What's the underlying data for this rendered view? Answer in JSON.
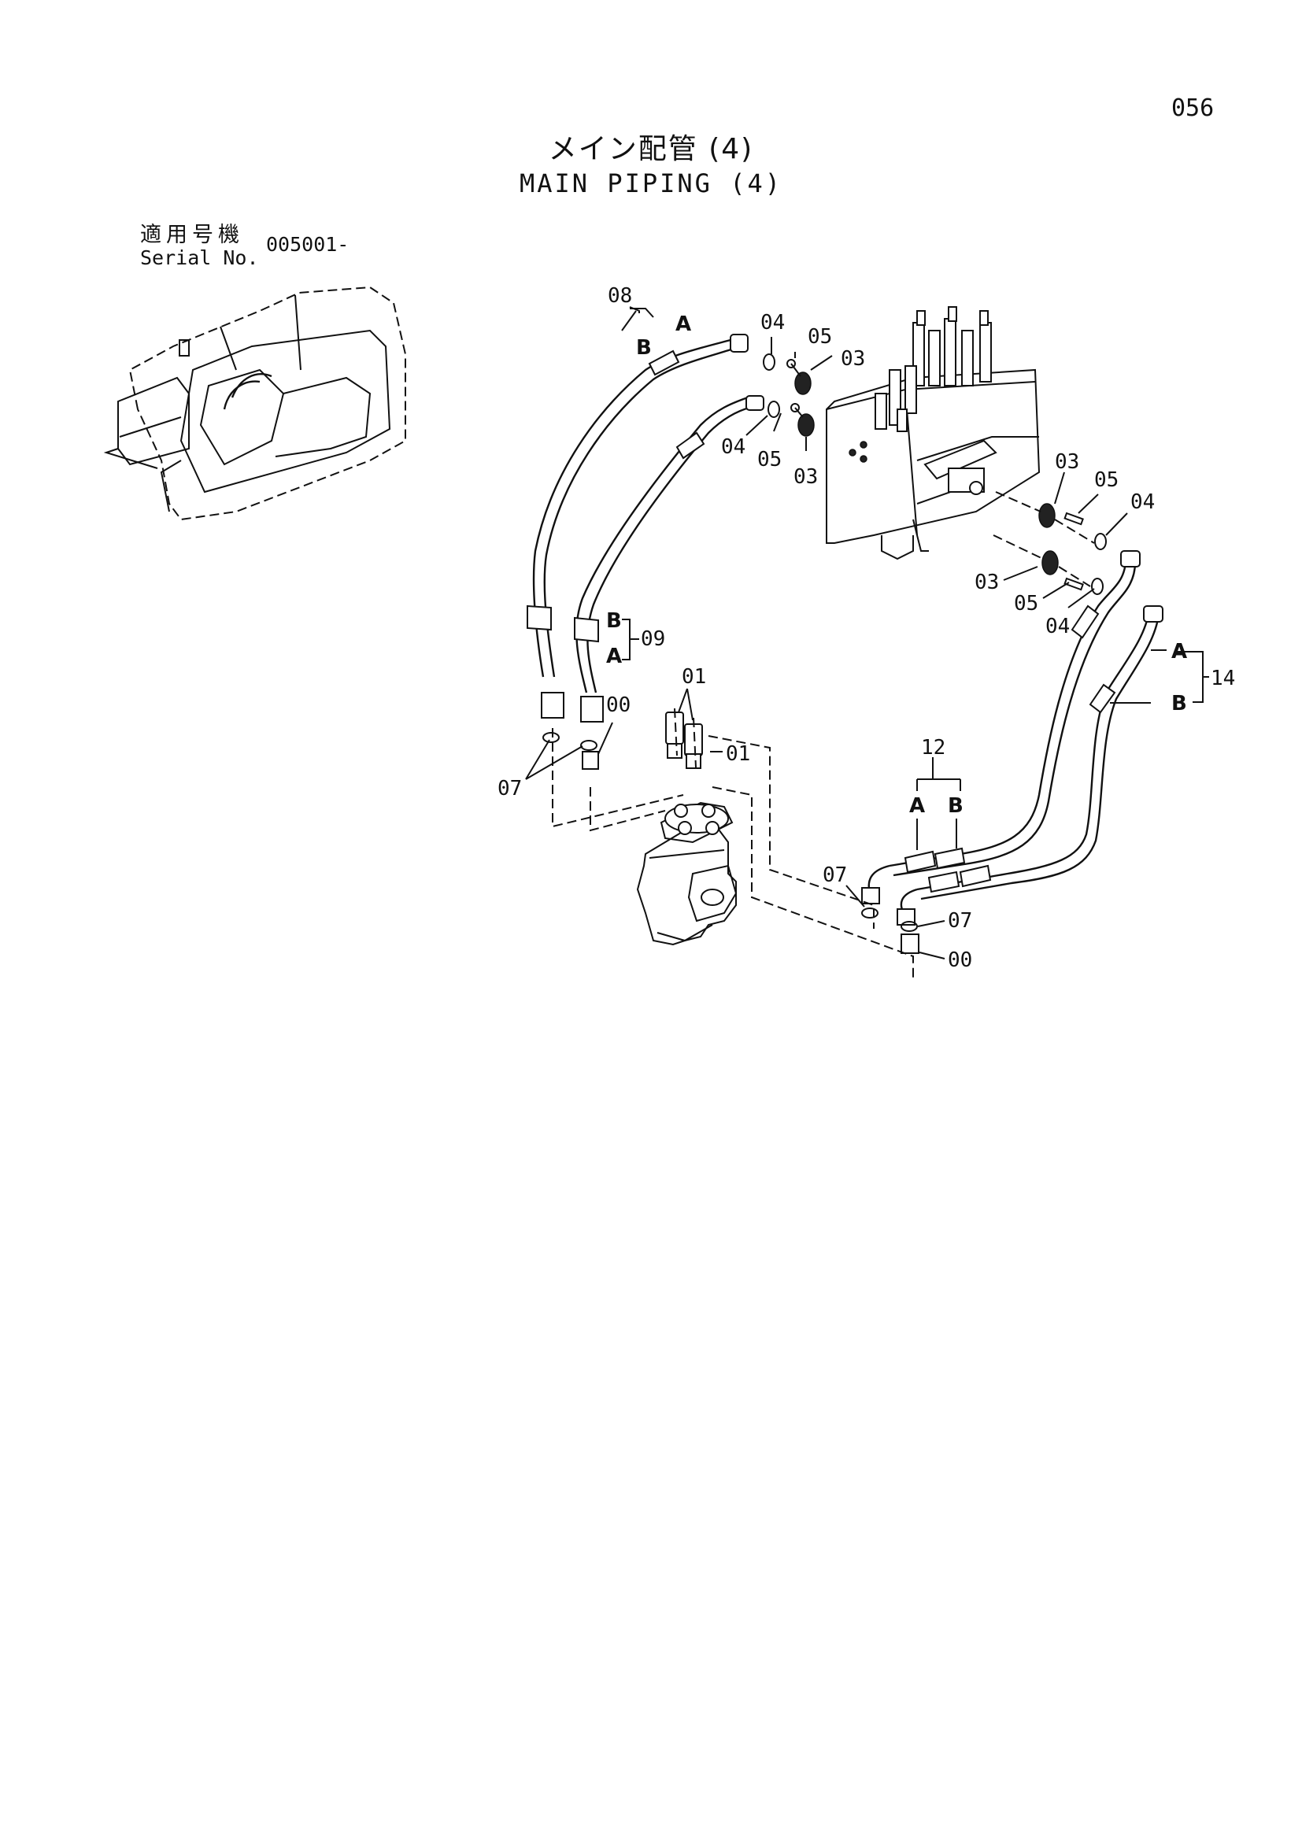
{
  "page": {
    "number": "056"
  },
  "title": {
    "jp": "メイン配管 (4)",
    "en": "MAIN PIPING (4)"
  },
  "serial": {
    "label_jp": "適用号機",
    "label_en": "Serial No.",
    "value": "005001-"
  },
  "callouts": {
    "c08": "08",
    "c08a": "A",
    "c08b": "B",
    "c04_top": "04",
    "c05_top": "05",
    "c03_top": "03",
    "c04_mid": "04",
    "c05_mid": "05",
    "c03_mid": "03",
    "c03_r1": "03",
    "c05_r1": "05",
    "c04_r1": "04",
    "c03_r2": "03",
    "c05_r2": "05",
    "c04_r2": "04",
    "c09": "09",
    "c09b": "B",
    "c09a": "A",
    "c14": "14",
    "c14a": "A",
    "c14b": "B",
    "c12": "12",
    "c12a": "A",
    "c12b": "B",
    "c00_left": "00",
    "c07_left": "07",
    "c01_top": "01",
    "c01_right": "01",
    "c07_bottom": "07",
    "c07_right": "07",
    "c00_right": "00"
  }
}
